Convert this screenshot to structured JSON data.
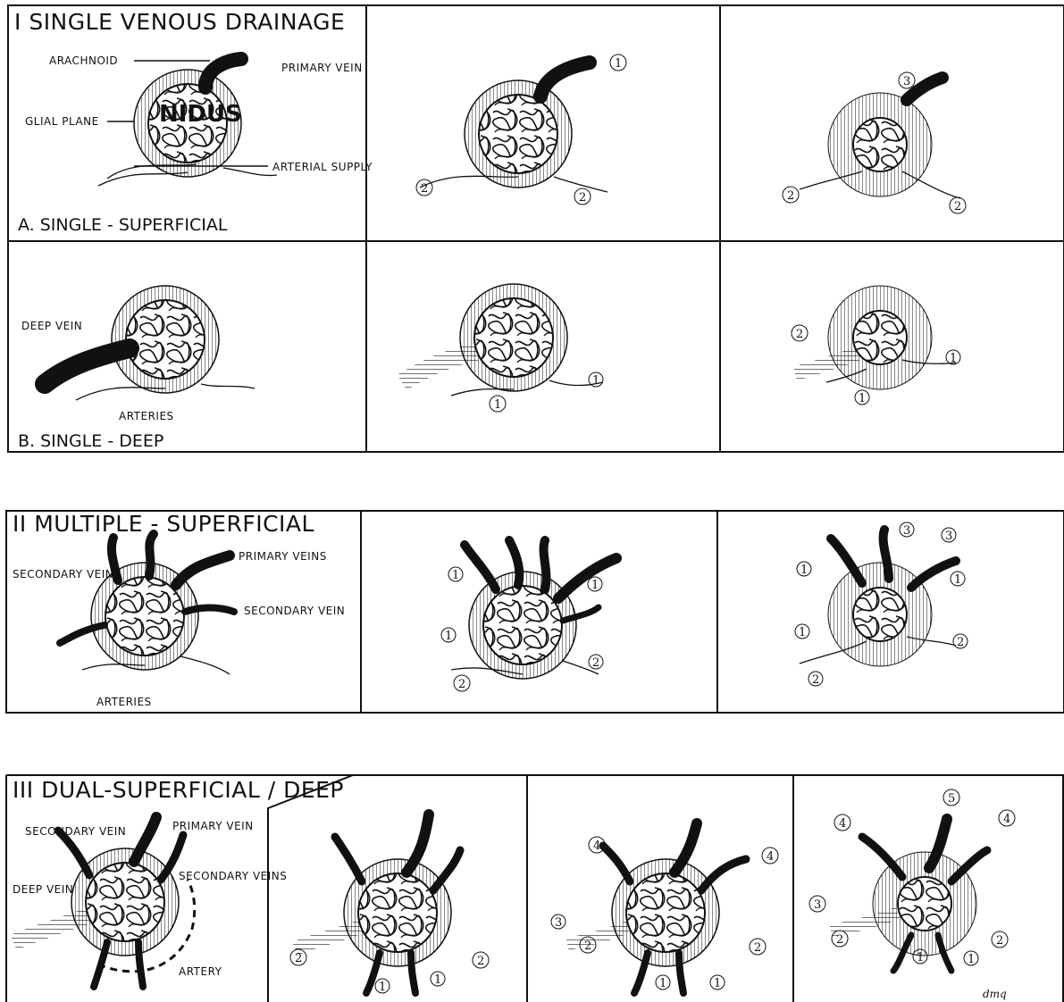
{
  "sections": {
    "s1": {
      "title": "I  SINGLE  VENOUS  DRAINAGE",
      "rowA_label": "A.  SINGLE - SUPERFICIAL",
      "rowB_label": "B.  SINGLE - DEEP",
      "labels": {
        "arachnoid": "ARACHNOID",
        "primary_vein": "PRIMARY VEIN",
        "glial_plane": "GLIAL PLANE",
        "nidus": "NIDUS",
        "arterial_supply": "ARTERIAL SUPPLY",
        "deep_vein": "DEEP VEIN",
        "arteries": "ARTERIES"
      }
    },
    "s2": {
      "title": "II MULTIPLE - SUPERFICIAL",
      "labels": {
        "secondary_vein_left": "SECONDARY VEIN",
        "primary_veins": "PRIMARY VEINS",
        "secondary_vein_right": "SECONDARY VEIN",
        "arteries": "ARTERIES"
      }
    },
    "s3": {
      "title": "III DUAL-SUPERFICIAL / DEEP",
      "labels": {
        "secondary_vein": "SECONDARY VEIN",
        "primary_vein": "PRIMARY VEIN",
        "secondary_veins": "SECONDARY VEINS",
        "deep_vein": "DEEP VEIN",
        "artery": "ARTERY"
      }
    }
  },
  "step_numbers": {
    "one": "1",
    "two": "2",
    "three": "3",
    "four": "4",
    "five": "5"
  },
  "signature": "dmq"
}
